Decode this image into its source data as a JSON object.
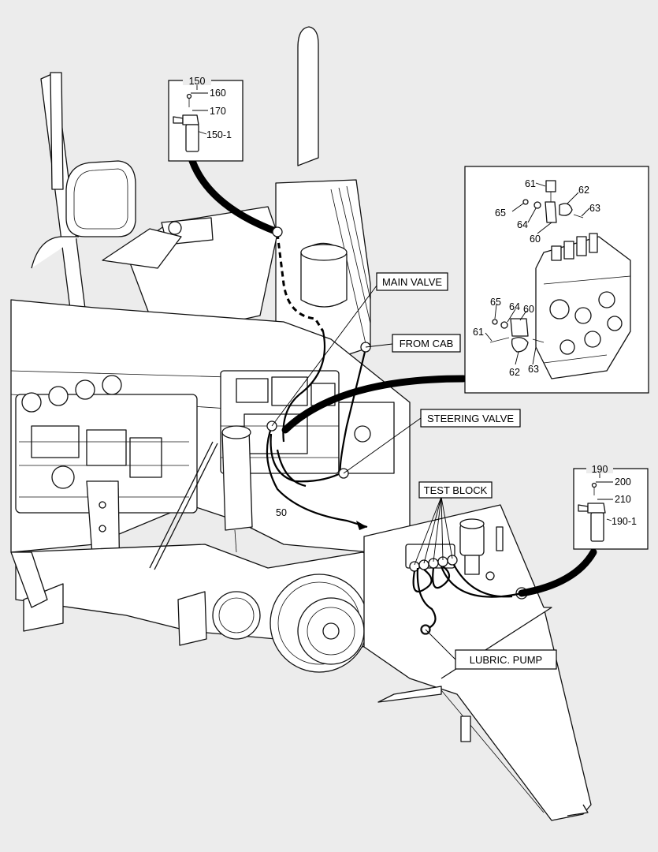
{
  "callouts": {
    "main_valve": "MAIN VALVE",
    "from_cab": "FROM CAB",
    "steering_valve": "STEERING VALVE",
    "test_block": "TEST BLOCK",
    "lubric_pump": "LUBRIC. PUMP"
  },
  "inset_top_left": {
    "items": [
      "150",
      "160",
      "170",
      "150-1"
    ]
  },
  "inset_right": {
    "items": [
      "190",
      "200",
      "210",
      "190-1"
    ]
  },
  "inset_valve": {
    "items": [
      "61",
      "62",
      "65",
      "63",
      "64",
      "60",
      "65",
      "64",
      "60",
      "61",
      "62",
      "63"
    ]
  },
  "hose_label": "50"
}
